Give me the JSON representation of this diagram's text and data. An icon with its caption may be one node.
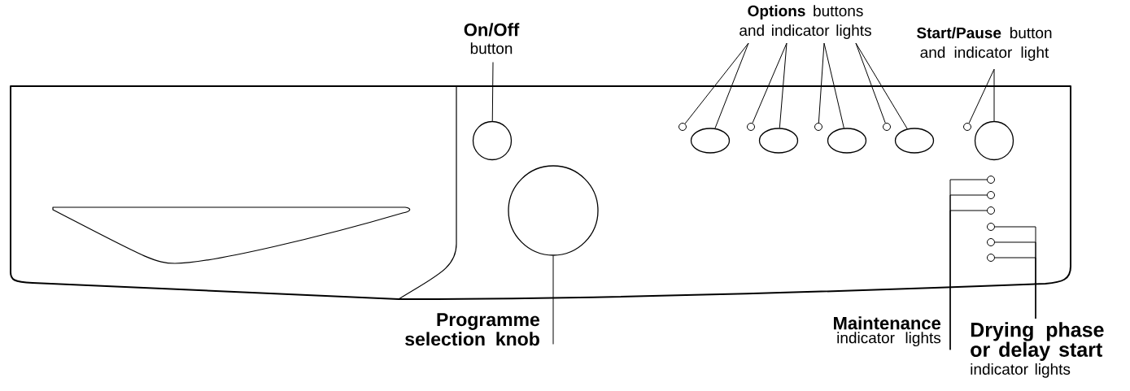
{
  "diagram": {
    "nodes": [
      {
        "text": [
          "On/Off",
          "button"
        ]
      },
      {
        "text": [
          "**Options** buttons and indicator lights"
        ]
      },
      {
        "text": [
          "**Start/Pause** button and indicator light"
        ]
      },
      {
        "text": [
          "Programme selection knob"
        ]
      },
      {
        "text": [
          "Maintenance",
          "indicator lights"
        ]
      },
      {
        "text": [
          "Drying phase or delay start",
          "indicator lights"
        ]
      },
      {
        "text": [],
        "shape": "circle"
      },
      {
        "text": [],
        "shape": "circle"
      },
      {
        "text": [],
        "shape": "oval"
      },
      {
        "text": [],
        "shape": "circle"
      },
      {
        "text": [],
        "shape": "oval"
      },
      {
        "text": [],
        "shape": "circle"
      },
      {
        "text": [],
        "shape": "oval"
      },
      {
        "text": [],
        "shape": "circle"
      },
      {
        "text": [],
        "shape": "oval"
      },
      {
        "text": [],
        "shape": "circle"
      },
      {
        "text": [],
        "shape": "circle"
      },
      {
        "text": [],
        "shape": "circle"
      },
      {
        "text": [],
        "shape": "circle"
      },
      {
        "text": [],
        "shape": "circle"
      },
      {
        "text": [],
        "shape": "circle"
      },
      {
        "text": [],
        "shape": "circle"
      },
      {
        "text": [],
        "shape": "circle"
      },
      {
        "text": [],
        "shape": "circle"
      }
    ],
    "edges": [
      {
        "from": 0,
        "to": 6,
        "arrow": "none"
      },
      {
        "from": 1,
        "to": 7,
        "arrow": "none"
      },
      {
        "from": 1,
        "to": 8,
        "arrow": "none"
      },
      {
        "from": 1,
        "to": 9,
        "arrow": "none"
      },
      {
        "from": 1,
        "to": 10,
        "arrow": "none"
      },
      {
        "from": 1,
        "to": 11,
        "arrow": "none"
      },
      {
        "from": 1,
        "to": 12,
        "arrow": "none"
      },
      {
        "from": 1,
        "to": 13,
        "arrow": "none"
      },
      {
        "from": 1,
        "to": 14,
        "arrow": "none"
      },
      {
        "from": 2,
        "to": 15,
        "arrow": "none"
      },
      {
        "from": 2,
        "to": 16,
        "arrow": "none"
      },
      {
        "from": 3,
        "to": 17,
        "arrow": "none"
      },
      {
        "from": 4,
        "to": 18,
        "arrow": "none"
      },
      {
        "from": 4,
        "to": 19,
        "arrow": "none"
      },
      {
        "from": 4,
        "to": 20,
        "arrow": "none"
      },
      {
        "from": 5,
        "to": 21,
        "arrow": "none"
      },
      {
        "from": 5,
        "to": 22,
        "arrow": "none"
      },
      {
        "from": 5,
        "to": 23,
        "arrow": "none"
      }
    ]
  }
}
